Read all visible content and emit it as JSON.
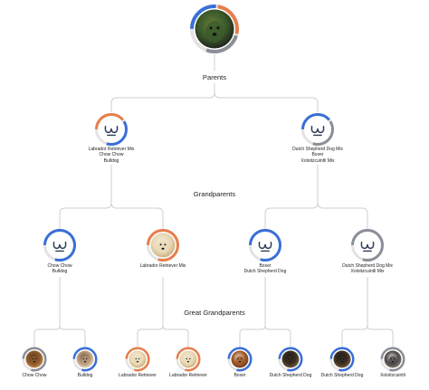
{
  "colors": {
    "line": "#cfcfcf",
    "orange": "#e67e4b",
    "blue": "#3a6fd8",
    "gray": "#8a8f98",
    "icon": "#2f3a55",
    "ring_track": "#e3e3e3"
  },
  "generations": {
    "parents": "Parents",
    "grandparents": "Grandparents",
    "great_grandparents": "Great Grandparents"
  },
  "subject": {
    "photo": "dog-photo",
    "ring": [
      "blue",
      "orange",
      "gray"
    ]
  },
  "parents": [
    {
      "icon": "paw-icon",
      "ring": [
        "orange",
        "blue"
      ],
      "lines": [
        "Labrador Retriever Mix",
        "Chow Chow",
        "Bulldog"
      ]
    },
    {
      "icon": "paw-icon",
      "ring": [
        "blue",
        "gray"
      ],
      "lines": [
        "Dutch Shepherd Dog Mix",
        "Boxer",
        "Xoloitzcuintli Mix"
      ]
    }
  ],
  "grandparents": [
    {
      "icon": "paw-icon",
      "ring": [
        "blue"
      ],
      "lines": [
        "Chow Chow",
        "Bulldog"
      ]
    },
    {
      "photo": "labrador-photo",
      "ring": [
        "orange"
      ],
      "lines": [
        "Labrador Retriever Mix"
      ]
    },
    {
      "icon": "paw-icon",
      "ring": [
        "blue"
      ],
      "lines": [
        "Boxer",
        "Dutch Shepherd Dog"
      ]
    },
    {
      "icon": "paw-icon",
      "ring": [
        "gray"
      ],
      "lines": [
        "Dutch Shepherd Dog Mix",
        "Xoloitzcuintli Mix"
      ]
    }
  ],
  "great_grandparents": [
    {
      "photo": "chow-chow-photo",
      "ring": [
        "gray"
      ],
      "lines": [
        "Chow Chow"
      ]
    },
    {
      "photo": "bulldog-photo",
      "ring": [
        "blue"
      ],
      "lines": [
        "Bulldog"
      ]
    },
    {
      "photo": "labrador-photo",
      "ring": [
        "orange"
      ],
      "lines": [
        "Labrador Retriever"
      ]
    },
    {
      "photo": "labrador-photo",
      "ring": [
        "orange"
      ],
      "lines": [
        "Labrador Retriever"
      ]
    },
    {
      "photo": "boxer-photo",
      "ring": [
        "blue"
      ],
      "lines": [
        "Boxer"
      ]
    },
    {
      "photo": "dutch-shepherd-photo",
      "ring": [
        "blue"
      ],
      "lines": [
        "Dutch Shepherd Dog"
      ]
    },
    {
      "photo": "dutch-shepherd-photo",
      "ring": [
        "blue"
      ],
      "lines": [
        "Dutch Shepherd Dog"
      ]
    },
    {
      "photo": "xoloitzcuintli-photo",
      "ring": [
        "gray"
      ],
      "lines": [
        "Xoloitzcuintli"
      ]
    }
  ]
}
